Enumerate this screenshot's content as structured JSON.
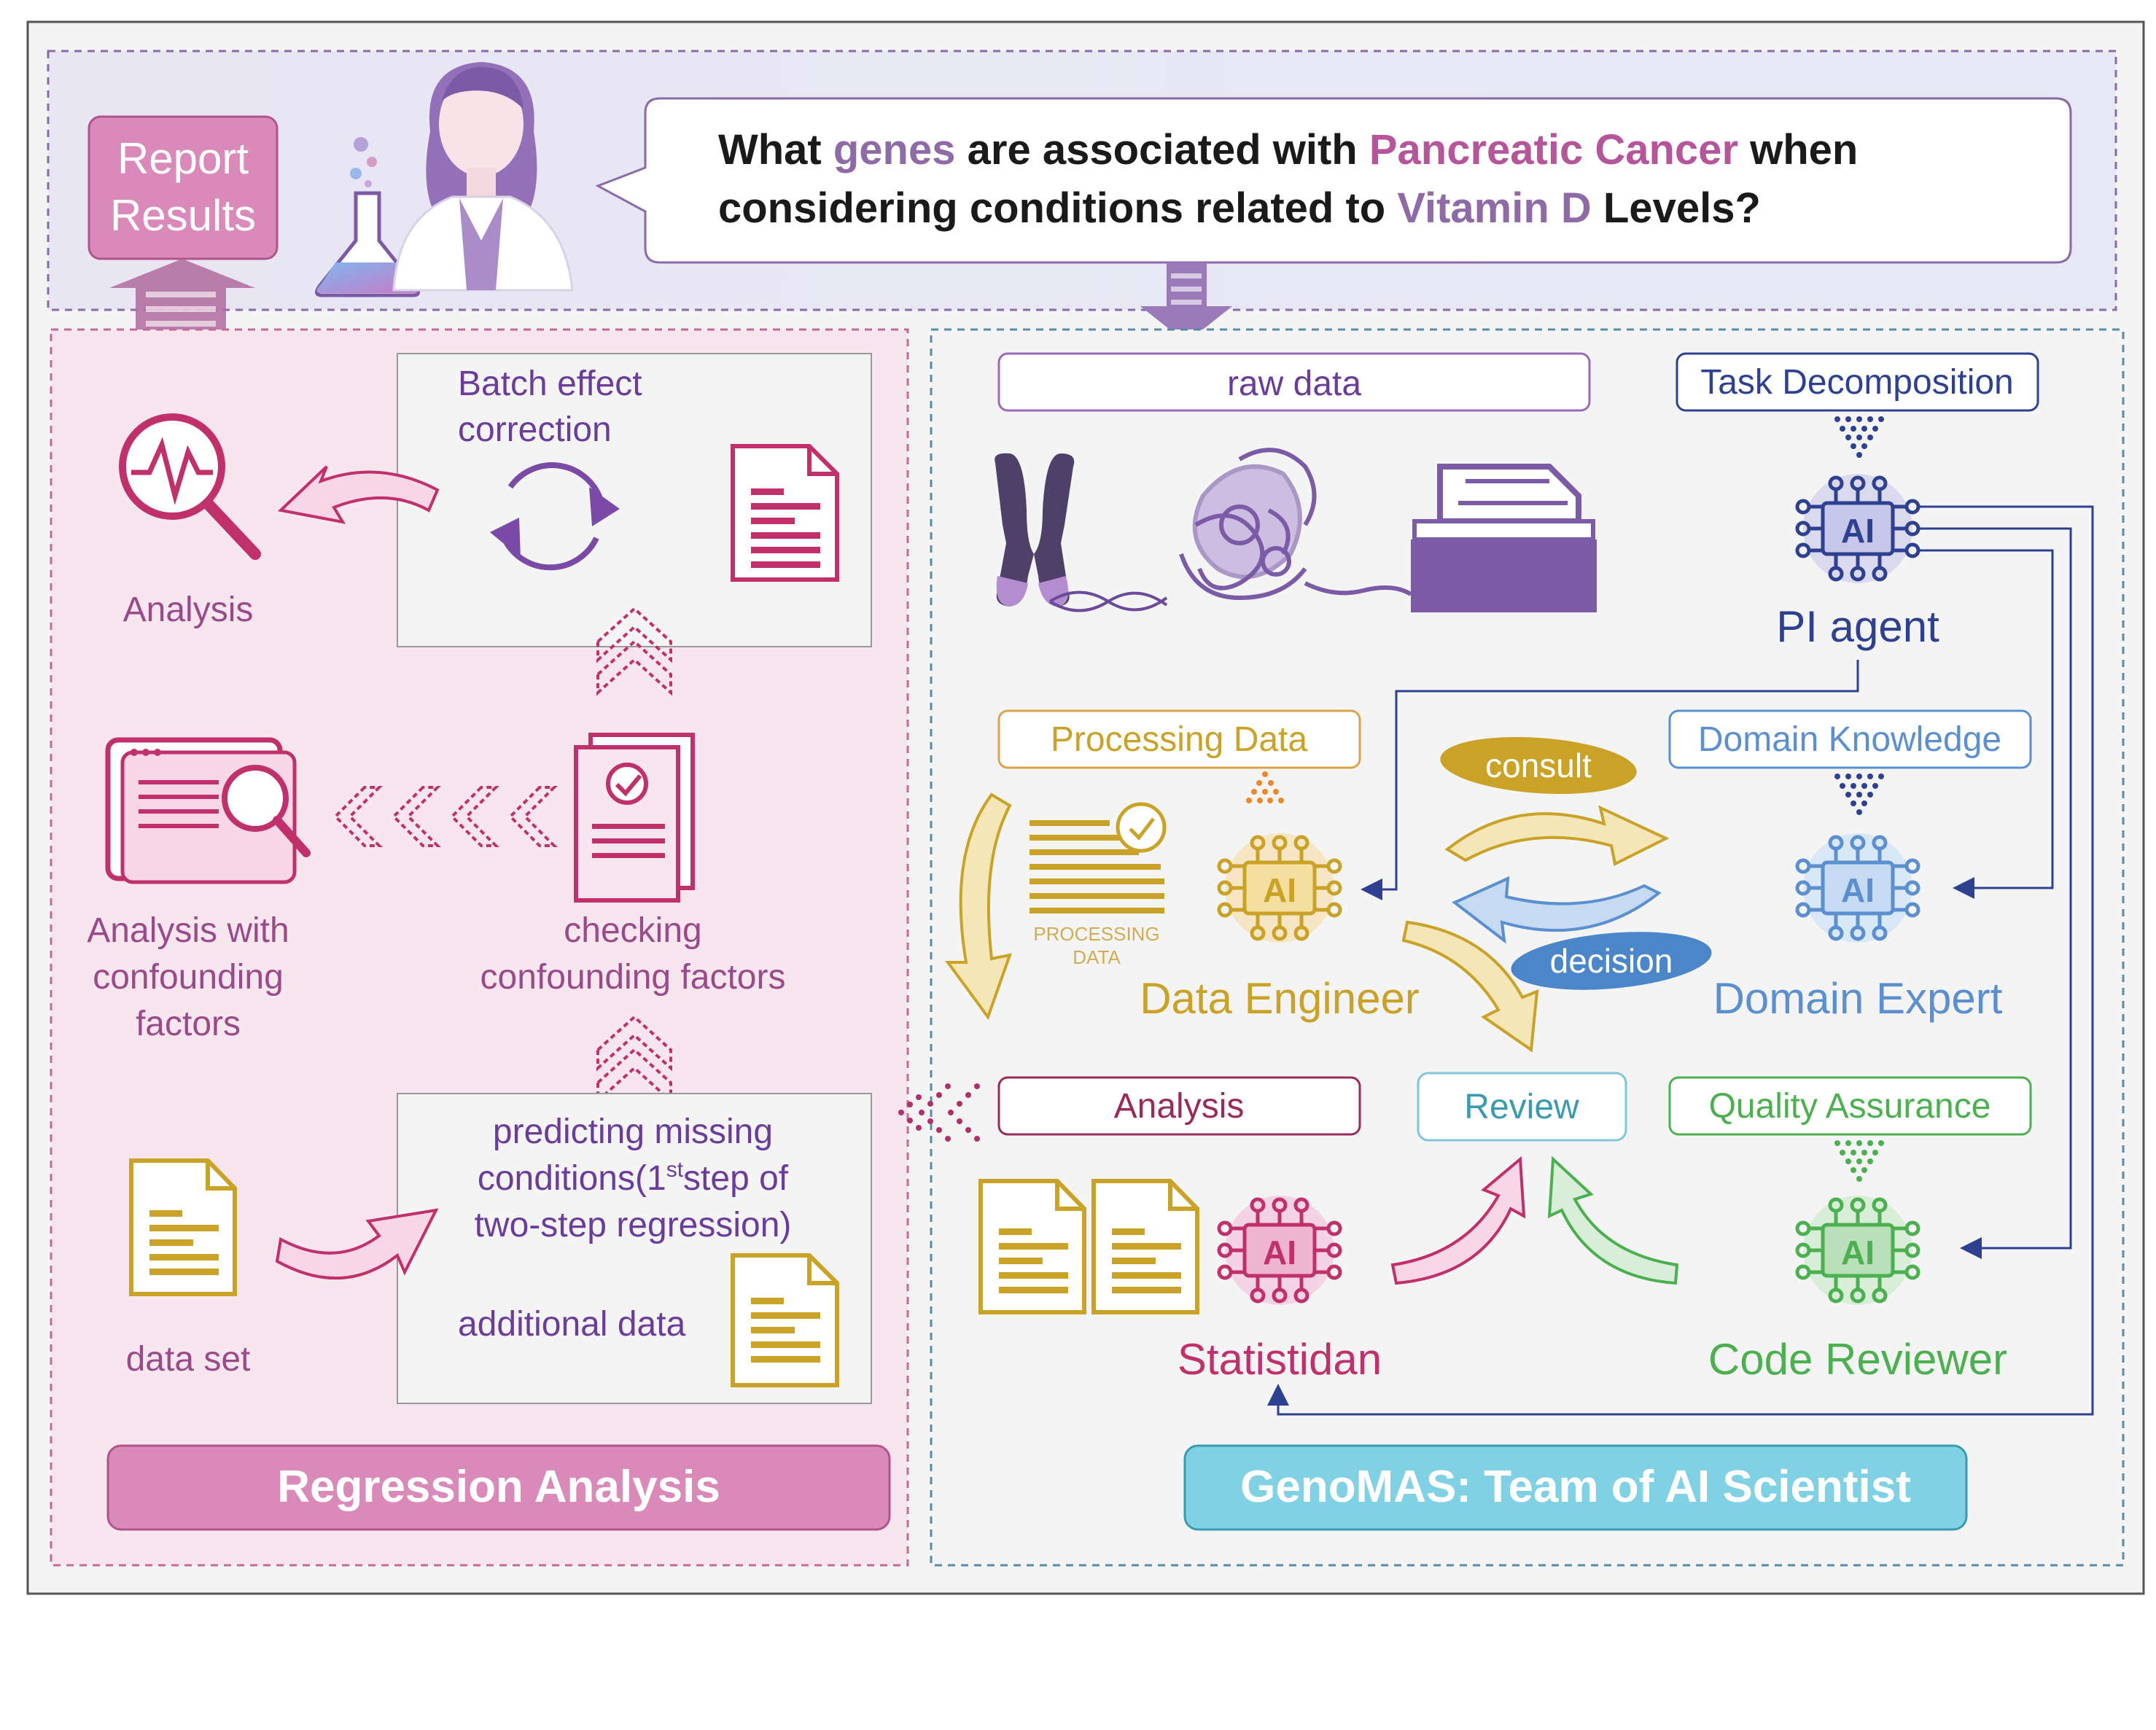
{
  "question": {
    "part1": "What ",
    "genes": "genes",
    "part2": " are associated with ",
    "cancer": "Pancreatic Cancer",
    "part3": " when",
    "part4": "considering conditions related to ",
    "vitamin": "Vitamin D",
    "part5": " Levels?"
  },
  "report": {
    "line1": "Report",
    "line2": "Results"
  },
  "regression": {
    "title": "Regression Analysis",
    "batch_line1": "Batch effect",
    "batch_line2": "correction",
    "analysis": "Analysis",
    "analysis_conf_line1": "Analysis with",
    "analysis_conf_line2": "confounding",
    "analysis_conf_line3": "factors",
    "checking_line1": "checking",
    "checking_line2": "confounding factors",
    "predict_line1": "predicting missing",
    "predict_line2a": "conditions(1",
    "predict_sup": "st",
    "predict_line2b": "step of",
    "predict_line3": "two-step regression)",
    "additional": "additional data",
    "dataset": "data set"
  },
  "genomas": {
    "title": "GenoMAS: Team of AI Scientist",
    "raw_data": "raw data",
    "task_decomp": "Task Decomposition",
    "pi_agent": "PI agent",
    "processing": "Processing Data",
    "processing_doc_line1": "PROCESSING",
    "processing_doc_line2": "DATA",
    "data_engineer": "Data Engineer",
    "consult": "consult",
    "decision": "decision",
    "domain_knowledge": "Domain Knowledge",
    "domain_expert": "Domain Expert",
    "analysis": "Analysis",
    "review": "Review",
    "quality": "Quality Assurance",
    "statistician": "Statistidan",
    "code_reviewer": "Code Reviewer",
    "ai_chip": "AI"
  },
  "colors": {
    "purple": "#7b5aa6",
    "magenta": "#c34a8a",
    "pink_panel": "#f7e6ee",
    "gold": "#c9a227",
    "navy": "#2e4190",
    "blue": "#5b8fcf",
    "green": "#4caf50",
    "teal": "#7fd1e3"
  }
}
